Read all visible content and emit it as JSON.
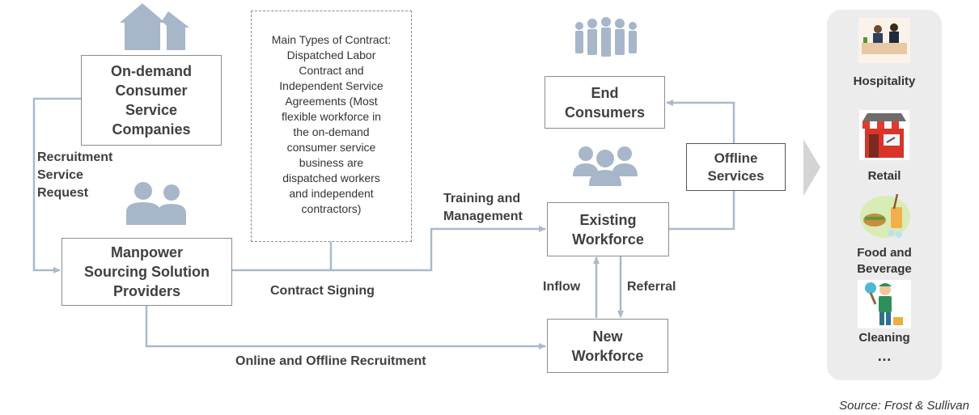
{
  "boxes": {
    "on_demand": "On-demand\nConsumer\nService\nCompanies",
    "manpower": "Manpower\nSourcing Solution\nProviders",
    "end_consumers": "End\nConsumers",
    "existing_workforce": "Existing\nWorkforce",
    "new_workforce": "New\nWorkforce",
    "offline_services": "Offline\nServices"
  },
  "contract_note": "Main Types of Contract:\nDispatched Labor\nContract and\nIndependent Service\nAgreements   (Most\nflexible workforce in\nthe on-demand\nconsumer service\nbusiness are\ndispatched workers\nand independent\ncontractors)",
  "edge_labels": {
    "recruitment": "Recruitment\nService\nRequest",
    "training": "Training and\nManagement",
    "contract_signing": "Contract Signing",
    "inflow": "Inflow",
    "referral": "Referral",
    "online_offline": "Online and Offline Recruitment"
  },
  "industries": [
    {
      "label": "Hospitality",
      "icon": "hospitality-icon"
    },
    {
      "label": "Retail",
      "icon": "retail-store-icon"
    },
    {
      "label": "Food and\nBeverage",
      "icon": "food-beverage-icon"
    },
    {
      "label": "Cleaning",
      "icon": "cleaning-icon"
    }
  ],
  "more": "…",
  "source": "Source: Frost & Sullivan",
  "colors": {
    "line": "#a9b9cc",
    "icon": "#a7b6c9",
    "box_border": "#8c8c8c",
    "panel": "#ececec"
  }
}
